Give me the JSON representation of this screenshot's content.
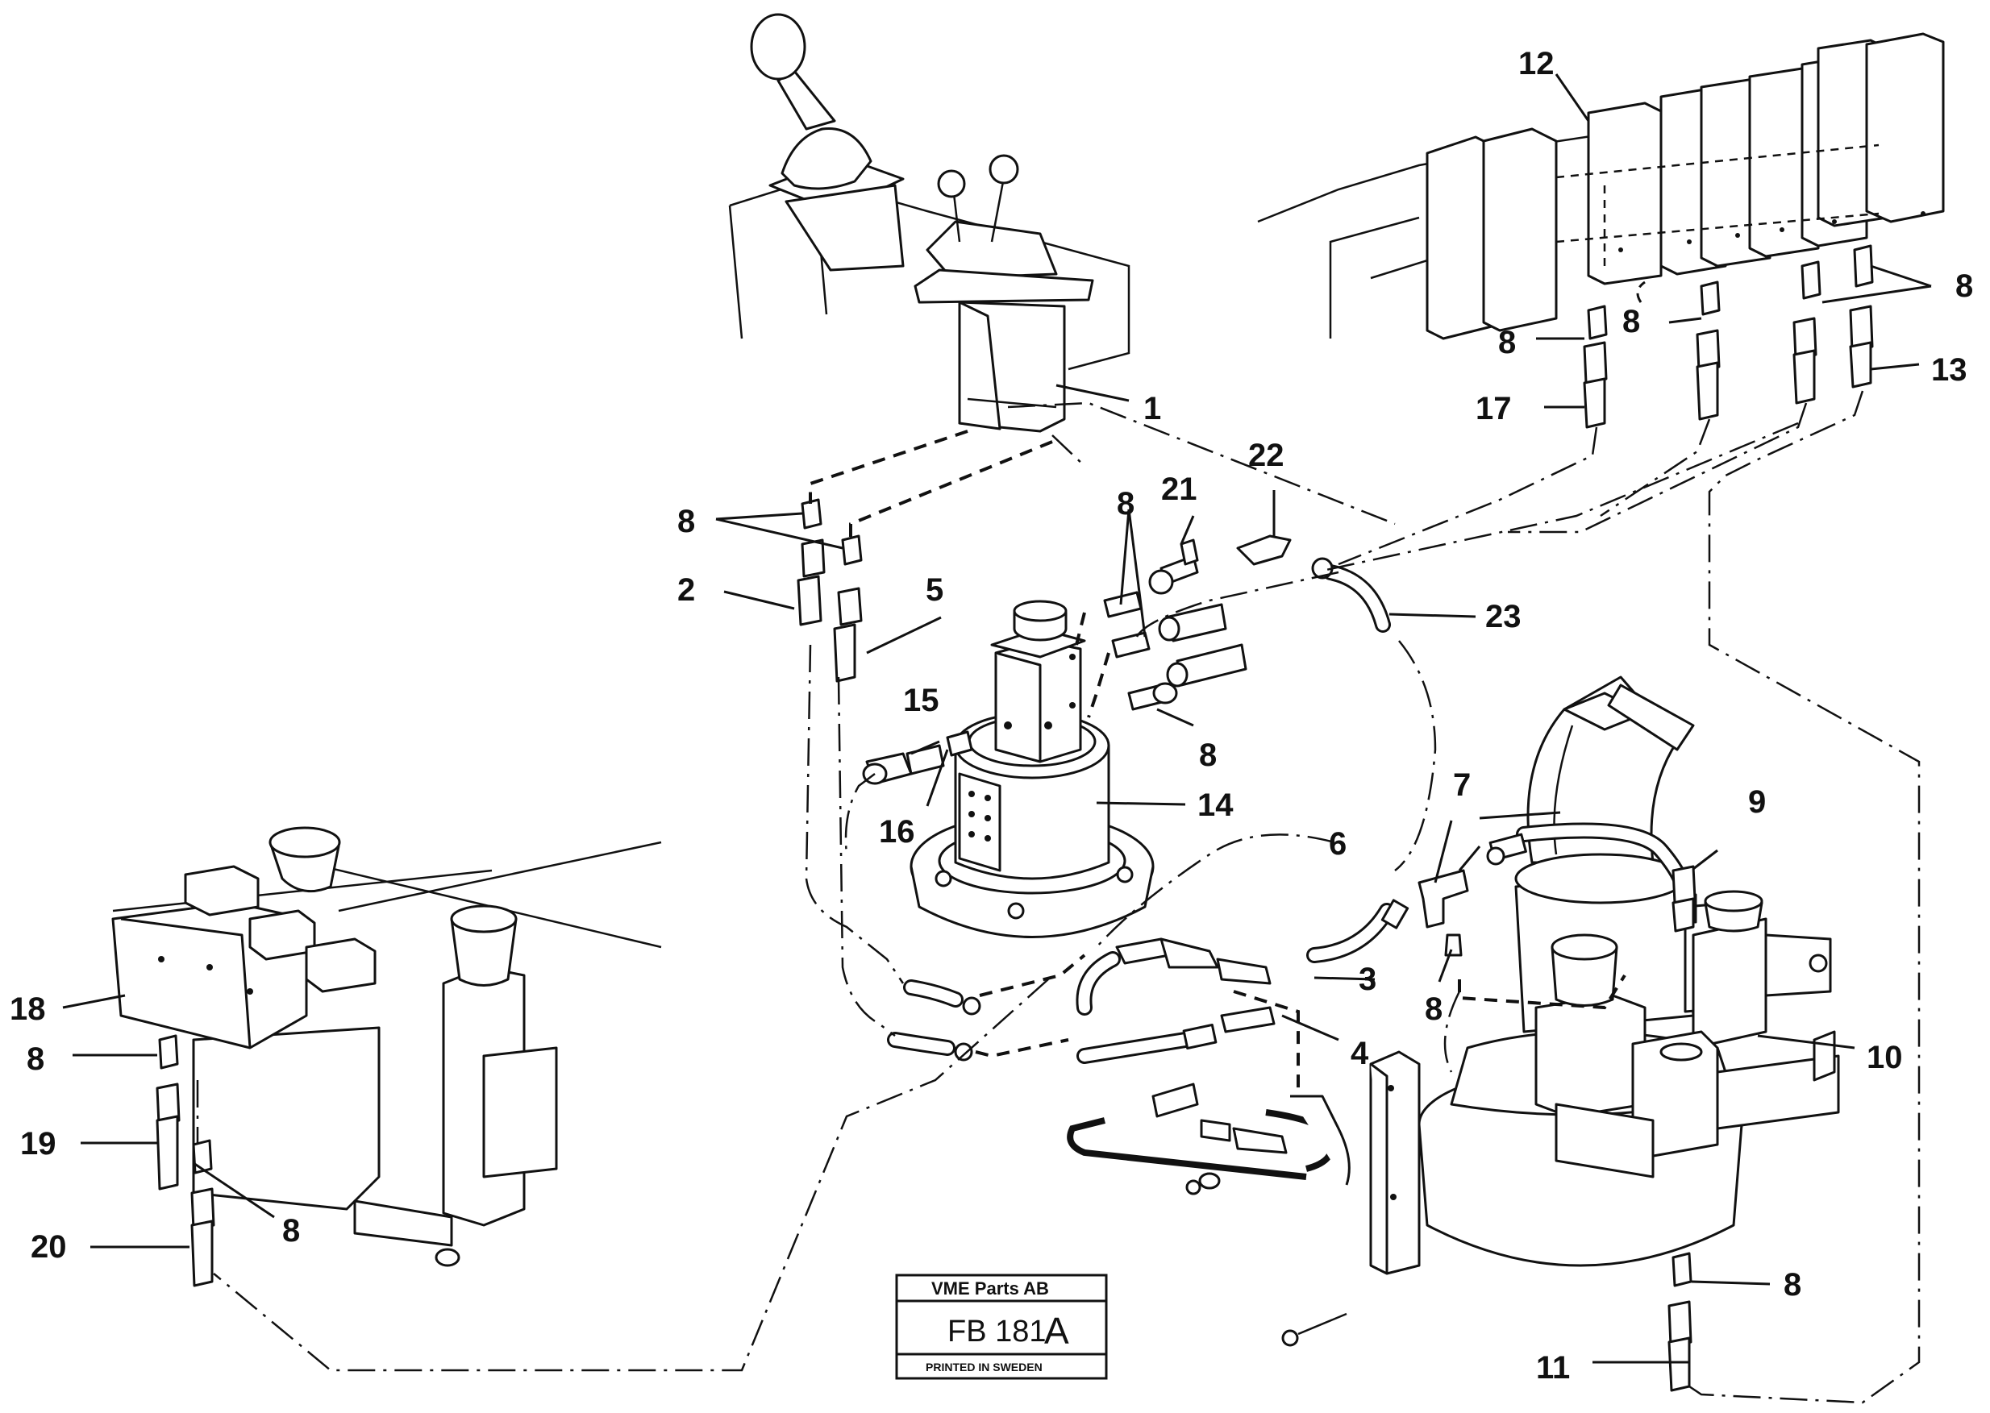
{
  "callouts": {
    "c1": "1",
    "c2": "2",
    "c3": "3",
    "c4": "4",
    "c5": "5",
    "c6": "6",
    "c7": "7",
    "c8": "8",
    "c9": "9",
    "c10": "10",
    "c11": "11",
    "c12": "12",
    "c13": "13",
    "c14": "14",
    "c15": "15",
    "c16": "16",
    "c17": "17",
    "c18": "18",
    "c19": "19",
    "c20": "20",
    "c21": "21",
    "c22": "22",
    "c23": "23"
  },
  "stamp": {
    "company": "VME Parts AB",
    "code": "FB 181",
    "code_suffix": "A",
    "printed": "PRINTED IN SWEDEN"
  }
}
